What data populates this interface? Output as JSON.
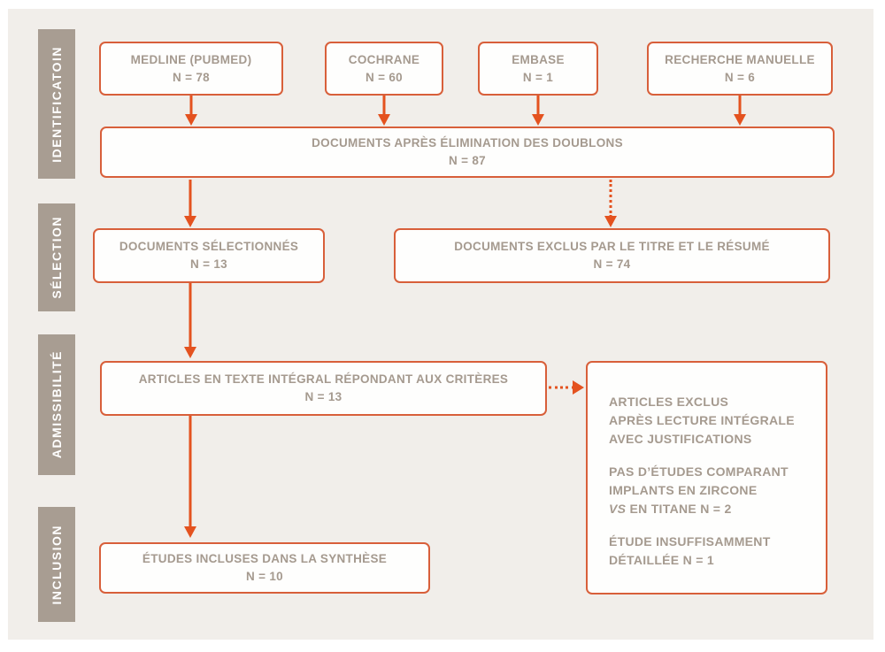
{
  "colors": {
    "accent_orange": "#d85f3a",
    "arrow_orange": "#e4521f",
    "stage_taupe": "#a89d92",
    "panel_background": "#f1eeea",
    "box_fill": "#fefefd",
    "box_text": "#a59a8f"
  },
  "stages": [
    {
      "label": "IDENTIFICATOIN"
    },
    {
      "label": "SÉLECTION"
    },
    {
      "label": "ADMISSIBILITÉ"
    },
    {
      "label": "INCLUSION"
    }
  ],
  "sources": [
    {
      "label": "MEDLINE (PUBMED)",
      "n": "N = 78"
    },
    {
      "label": "COCHRANE",
      "n": "N = 60"
    },
    {
      "label": "EMBASE",
      "n": "N = 1"
    },
    {
      "label": "RECHERCHE MANUELLE",
      "n": "N = 6"
    }
  ],
  "dedup_box": {
    "label": "DOCUMENTS APRÈS ÉLIMINATION DES DOUBLONS",
    "n": "N = 87"
  },
  "selected_box": {
    "label": "DOCUMENTS SÉLECTIONNÉS",
    "n": "N = 13"
  },
  "excluded_title_box": {
    "label": "DOCUMENTS EXCLUS PAR LE TITRE ET LE RÉSUMÉ",
    "n": "N = 74"
  },
  "fulltext_box": {
    "label": "ARTICLES EN TEXTE INTÉGRAL RÉPONDANT AUX CRITÈRES",
    "n": "N = 13"
  },
  "excluded_fulltext_box": {
    "para1_line1": "ARTICLES EXCLUS",
    "para1_line2": "APRÈS LECTURE INTÉGRALE",
    "para1_line3": "AVEC JUSTIFICATIONS",
    "para2_line1": "PAS D’ÉTUDES COMPARANT",
    "para2_line2": "IMPLANTS EN ZIRCONE",
    "para2_vs": "VS",
    "para2_rest": " EN TITANE N = 2",
    "para3_line1": "ÉTUDE INSUFFISAMMENT",
    "para3_line2": "DÉTAILLÉE N = 1"
  },
  "included_box": {
    "label": "ÉTUDES INCLUSES DANS LA SYNTHÈSE",
    "n": "N = 10"
  }
}
